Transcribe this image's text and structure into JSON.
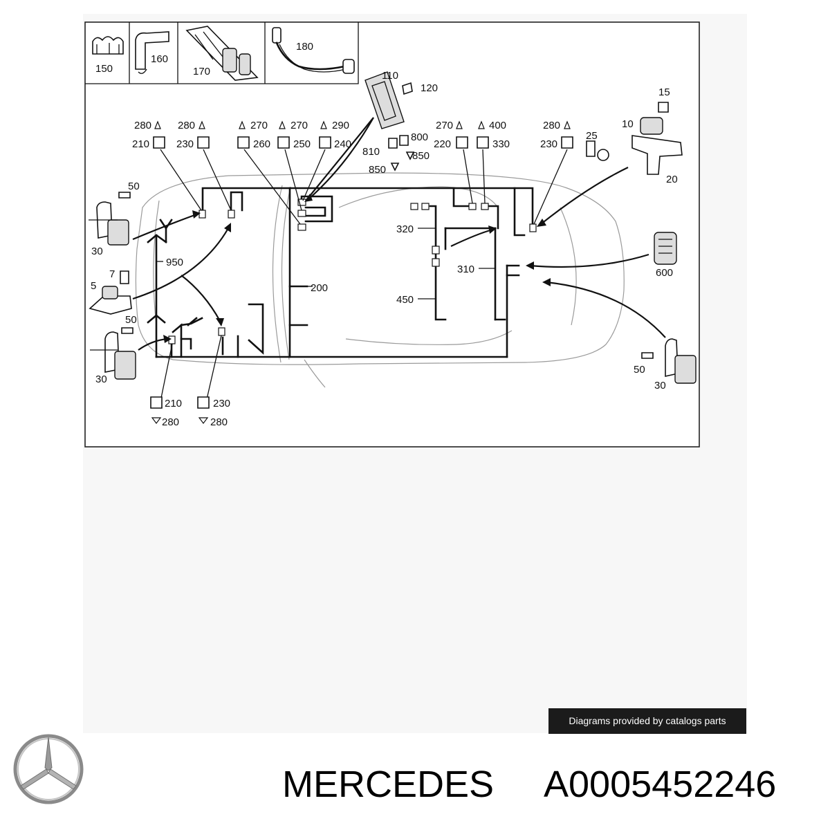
{
  "diagram": {
    "callouts": {
      "c150": "150",
      "c160": "160",
      "c170": "170",
      "c180": "180",
      "c110": "110",
      "c120": "120",
      "c800": "800",
      "c810": "810",
      "c850a": "850",
      "c850b": "850",
      "c15": "15",
      "c10": "10",
      "c25": "25",
      "c20": "20",
      "c600": "600",
      "c280a": "280",
      "c210a": "210",
      "c280b": "280",
      "c230a": "230",
      "c270a": "270",
      "c260": "260",
      "c270b": "270",
      "c250": "250",
      "c290": "290",
      "c240": "240",
      "c270c": "270",
      "c220": "220",
      "c400": "400",
      "c330": "330",
      "c280c": "280",
      "c230b": "230",
      "c50a": "50",
      "c30a": "30",
      "c7": "7",
      "c5": "5",
      "c950": "950",
      "c50b": "50",
      "c30b": "30",
      "c200": "200",
      "c320": "320",
      "c310": "310",
      "c450": "450",
      "c210b": "210",
      "c280d": "280",
      "c230c": "230",
      "c280e": "280",
      "c50c": "50",
      "c30c": "30"
    }
  },
  "credit": "Diagrams provided by catalogs parts",
  "footer": {
    "brand": "MERCEDES",
    "part_number": "A0005452246"
  }
}
